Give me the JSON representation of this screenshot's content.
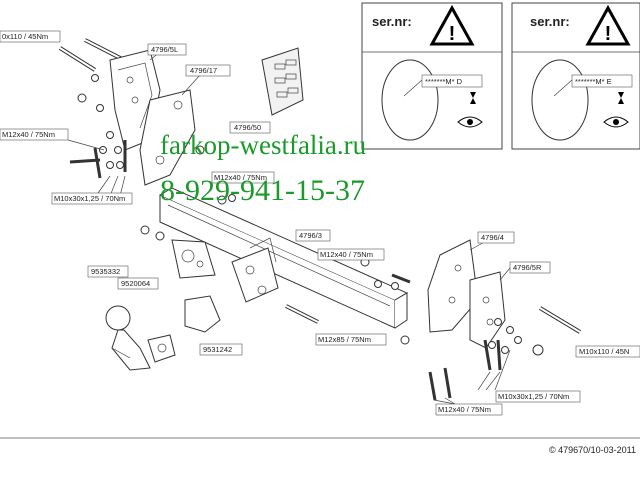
{
  "warning_panels": [
    {
      "header": "ser.nr:",
      "plate_text": "*******M* D",
      "icon": "warning-triangle-icon",
      "eye_icon": "eye-icon"
    },
    {
      "header": "ser.nr:",
      "plate_text": "*******M* E",
      "icon": "warning-triangle-icon",
      "eye_icon": "eye-icon"
    }
  ],
  "part_numbers": {
    "bracket_left": "4796/5L",
    "plate_left": "4796/17",
    "spacer": "4796/50",
    "crossbar": "4796/3",
    "bracket_right_upper": "4796/4",
    "bracket_right": "4796/5R",
    "ball": "9535332",
    "ball_flange": "9520064",
    "socket_plate": "9531242"
  },
  "bolt_labels": {
    "top_left": "0x110 / 45Nm",
    "left_m12": "M12x40 / 75Nm",
    "left_m10": "M10x30x1,25 / 70Nm",
    "center_m12": "M12x40 / 75Nm",
    "center_m12_right": "M12x40 / 75Nm",
    "bottom_m12x85": "M12x85 / 75Nm",
    "right_m10x110": "M10x110 / 45N",
    "right_m10": "M10x30x1,25 / 70Nm",
    "bottom_right_m12": "M12x40 / 75Nm"
  },
  "watermark": {
    "site": "farkop-westfalia.ru",
    "phone": "8-929-941-15-37",
    "color": "#1a9a2a"
  },
  "footer": {
    "copyright": "© 479670/10-03-2011"
  }
}
